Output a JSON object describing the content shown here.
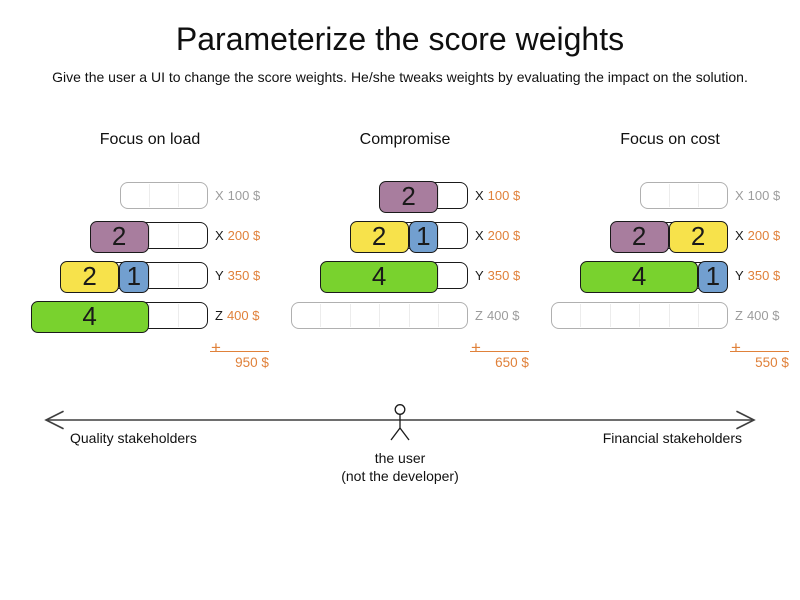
{
  "title": "Parameterize the score weights",
  "subtitle": "Give the user a UI to change the score weights. He/she tweaks weights by evaluating the impact on the solution.",
  "sum": {
    "plus": "+"
  },
  "colors": {
    "purple": "#a87d9e",
    "yellow": "#f7e24b",
    "blue": "#729fcf",
    "green": "#79d22e",
    "orange": "#e0813a",
    "active_border": "#1a1a1a",
    "inactive_border": "#b0b0b0",
    "inactive_text": "#9c9c9c",
    "active_text": "#1a1a1a",
    "grid_line": "#ececec",
    "arrow": "#3f3f3f"
  },
  "scenarios": [
    {
      "name": "Focus on load",
      "total": "950 $",
      "rows": [
        {
          "computer": "X",
          "cost": "100 $",
          "capacity": 3,
          "active": false,
          "segments": []
        },
        {
          "computer": "X",
          "cost": "200 $",
          "capacity": 4,
          "active": true,
          "segments": [
            {
              "label": "2",
              "color": "purple",
              "size": 2
            }
          ]
        },
        {
          "computer": "Y",
          "cost": "350 $",
          "capacity": 5,
          "active": true,
          "segments": [
            {
              "label": "2",
              "color": "yellow",
              "size": 2
            },
            {
              "label": "1",
              "color": "blue",
              "size": 1
            }
          ]
        },
        {
          "computer": "Z",
          "cost": "400 $",
          "capacity": 6,
          "active": true,
          "segments": [
            {
              "label": "4",
              "color": "green",
              "size": 4
            }
          ]
        }
      ]
    },
    {
      "name": "Compromise",
      "total": "650 $",
      "rows": [
        {
          "computer": "X",
          "cost": "100 $",
          "capacity": 3,
          "active": true,
          "segments": [
            {
              "label": "2",
              "color": "purple",
              "size": 2
            }
          ]
        },
        {
          "computer": "X",
          "cost": "200 $",
          "capacity": 4,
          "active": true,
          "segments": [
            {
              "label": "2",
              "color": "yellow",
              "size": 2
            },
            {
              "label": "1",
              "color": "blue",
              "size": 1
            }
          ]
        },
        {
          "computer": "Y",
          "cost": "350 $",
          "capacity": 5,
          "active": true,
          "segments": [
            {
              "label": "4",
              "color": "green",
              "size": 4
            }
          ]
        },
        {
          "computer": "Z",
          "cost": "400 $",
          "capacity": 6,
          "active": false,
          "segments": []
        }
      ]
    },
    {
      "name": "Focus on cost",
      "total": "550 $",
      "rows": [
        {
          "computer": "X",
          "cost": "100 $",
          "capacity": 3,
          "active": false,
          "segments": []
        },
        {
          "computer": "X",
          "cost": "200 $",
          "capacity": 4,
          "active": true,
          "segments": [
            {
              "label": "2",
              "color": "purple",
              "size": 2
            },
            {
              "label": "2",
              "color": "yellow",
              "size": 2
            }
          ]
        },
        {
          "computer": "Y",
          "cost": "350 $",
          "capacity": 5,
          "active": true,
          "segments": [
            {
              "label": "4",
              "color": "green",
              "size": 4
            },
            {
              "label": "1",
              "color": "blue",
              "size": 1
            }
          ]
        },
        {
          "computer": "Z",
          "cost": "400 $",
          "capacity": 6,
          "active": false,
          "segments": []
        }
      ]
    }
  ],
  "axis": {
    "left_label": "Quality stakeholders",
    "right_label": "Financial stakeholders",
    "center_label_line1": "the user",
    "center_label_line2": "(not the developer)"
  }
}
